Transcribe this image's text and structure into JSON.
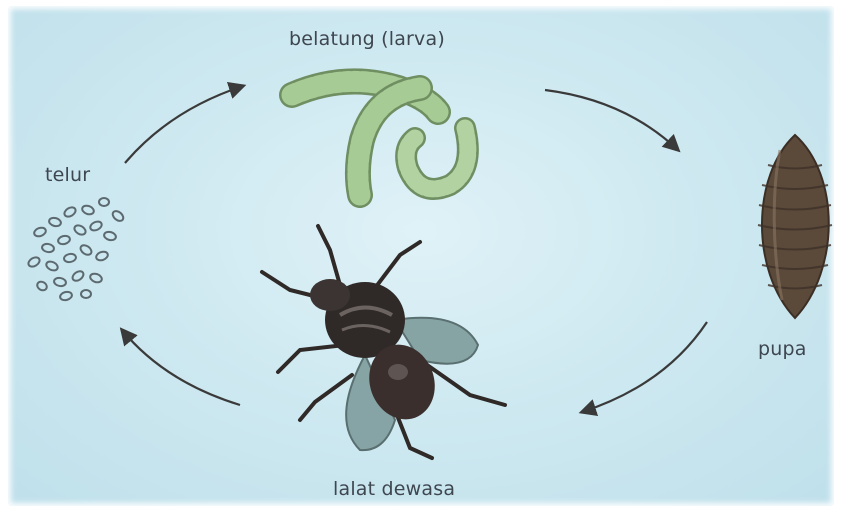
{
  "title": "",
  "stages": {
    "egg": "telur",
    "larva": "belatung (larva)",
    "pupa": "pupa",
    "adult": "lalat dewasa"
  },
  "colors": {
    "background": "#cfe9f1",
    "larva": "#9fc48f",
    "pupa": "#5b4a3a",
    "fly_body": "#2f2a28",
    "wing": "#7f9d9d",
    "arrow": "#3a3a3a",
    "label": "#3e4650"
  },
  "cycle_order": [
    "telur",
    "belatung (larva)",
    "pupa",
    "lalat dewasa"
  ]
}
